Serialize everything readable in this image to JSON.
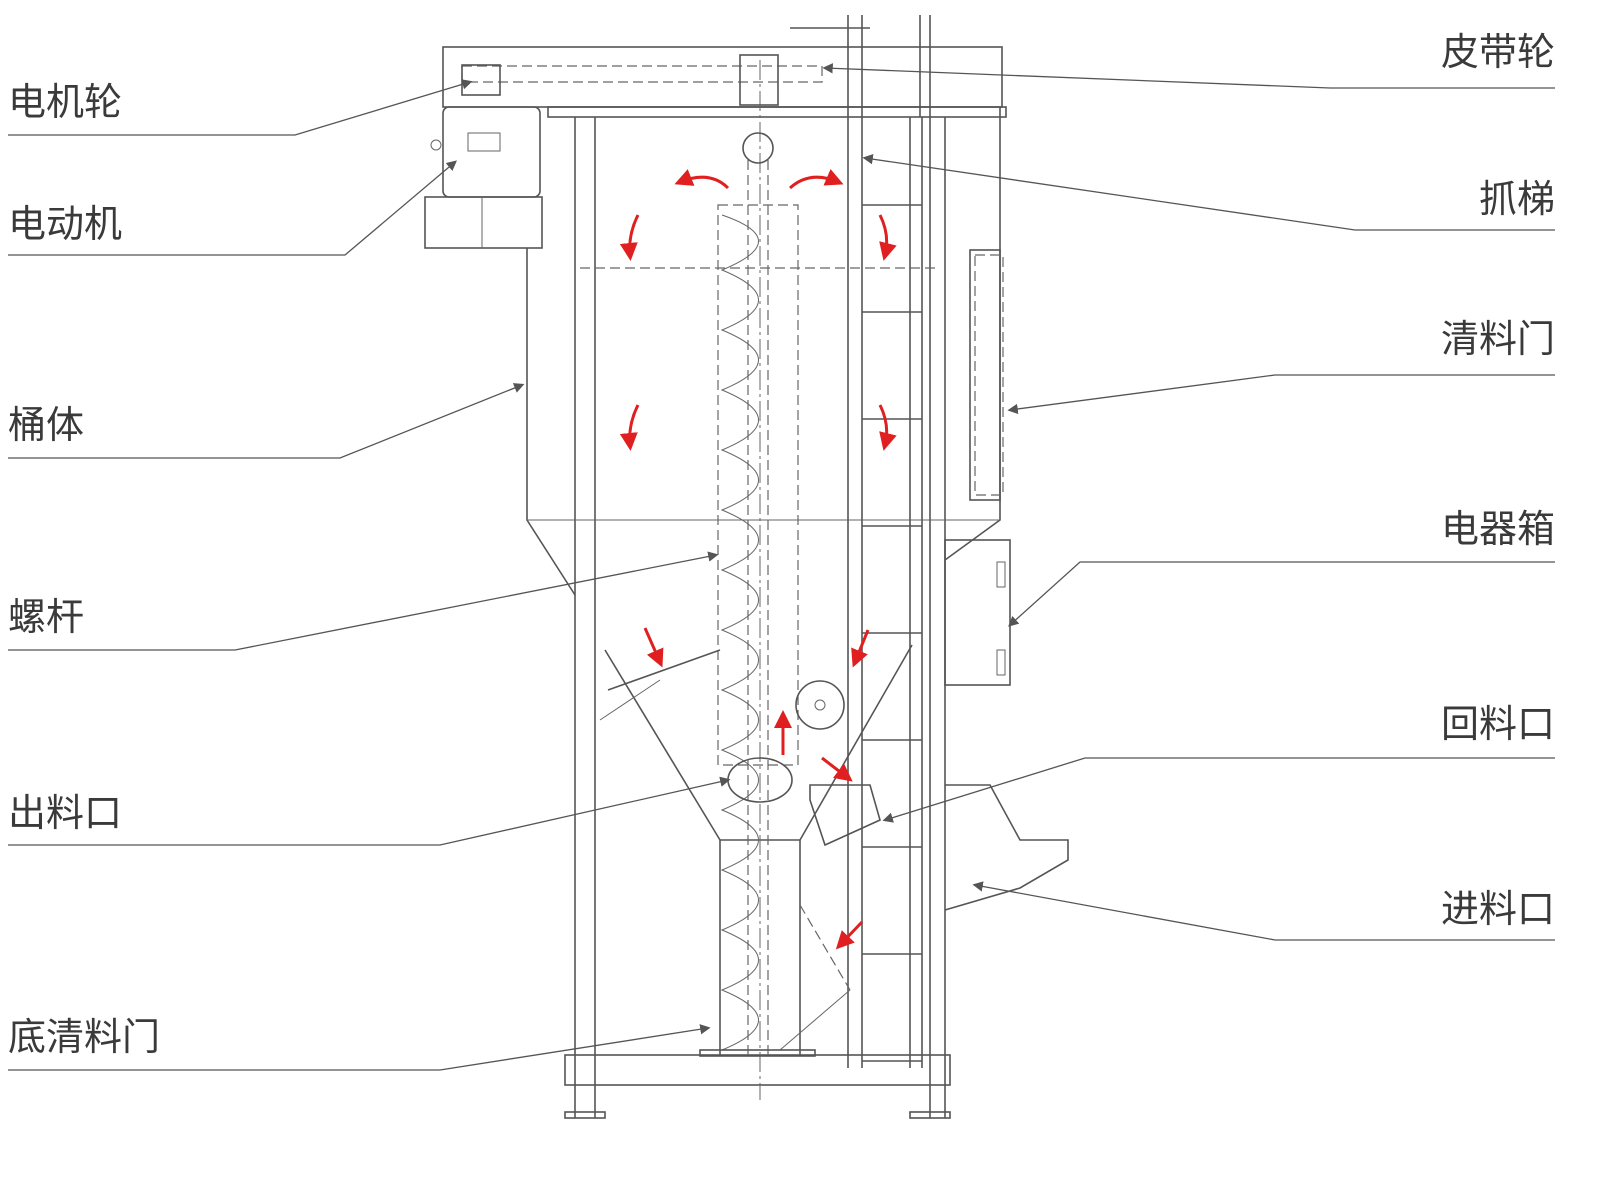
{
  "labels_left": [
    "电机轮",
    "电动机",
    "桶体",
    "螺杆",
    "出料口",
    "底清料门"
  ],
  "labels_right": [
    "皮带轮",
    "抓梯",
    "清料门",
    "电器箱",
    "回料口",
    "进料口"
  ],
  "colors": {
    "line": "#555555",
    "flow_arrow": "#e02020",
    "text": "#3a3a3a"
  }
}
